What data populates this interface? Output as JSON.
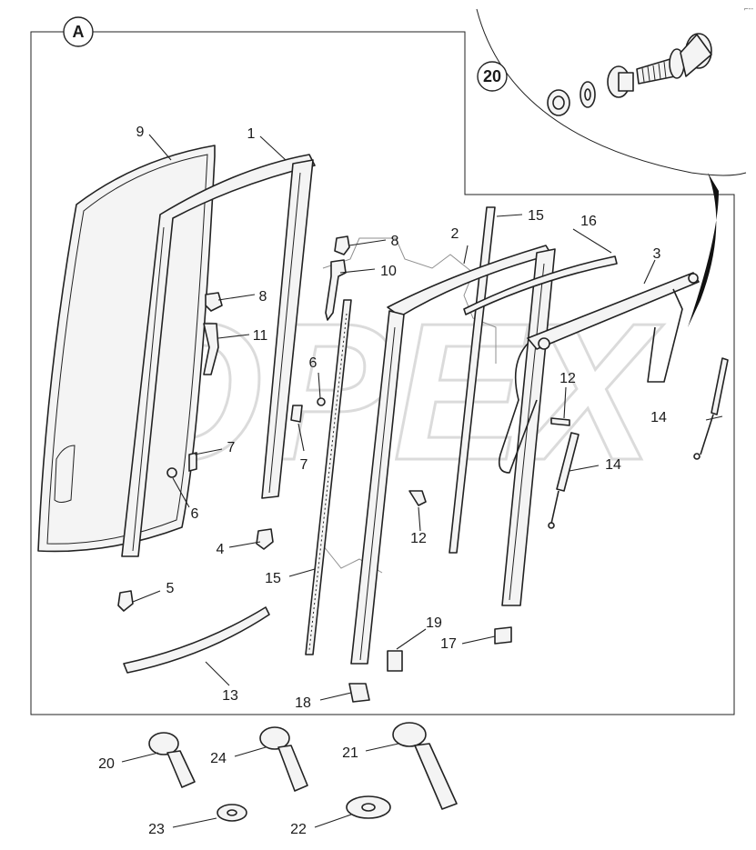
{
  "view": {
    "badge": "A",
    "detail_badge": "20",
    "corner_mark": "⌐--"
  },
  "watermark": {
    "text": "OPEX"
  },
  "callouts": [
    {
      "id": "c9",
      "text": "9"
    },
    {
      "id": "c1",
      "text": "1"
    },
    {
      "id": "c15a",
      "text": "15"
    },
    {
      "id": "c16",
      "text": "16"
    },
    {
      "id": "c2",
      "text": "2"
    },
    {
      "id": "c3",
      "text": "3"
    },
    {
      "id": "c8a",
      "text": "8"
    },
    {
      "id": "c10",
      "text": "10"
    },
    {
      "id": "c8b",
      "text": "8"
    },
    {
      "id": "c11",
      "text": "11"
    },
    {
      "id": "c6a",
      "text": "6"
    },
    {
      "id": "c12a",
      "text": "12"
    },
    {
      "id": "c14a",
      "text": "14"
    },
    {
      "id": "c7a",
      "text": "7"
    },
    {
      "id": "c7b",
      "text": "7"
    },
    {
      "id": "c14b",
      "text": "14"
    },
    {
      "id": "c6b",
      "text": "6"
    },
    {
      "id": "c4",
      "text": "4"
    },
    {
      "id": "c12b",
      "text": "12"
    },
    {
      "id": "c15b",
      "text": "15"
    },
    {
      "id": "c5",
      "text": "5"
    },
    {
      "id": "c19",
      "text": "19"
    },
    {
      "id": "c17",
      "text": "17"
    },
    {
      "id": "c13",
      "text": "13"
    },
    {
      "id": "c18",
      "text": "18"
    },
    {
      "id": "c20",
      "text": "20"
    },
    {
      "id": "c24",
      "text": "24"
    },
    {
      "id": "c21",
      "text": "21"
    },
    {
      "id": "c23",
      "text": "23"
    },
    {
      "id": "c22",
      "text": "22"
    }
  ]
}
